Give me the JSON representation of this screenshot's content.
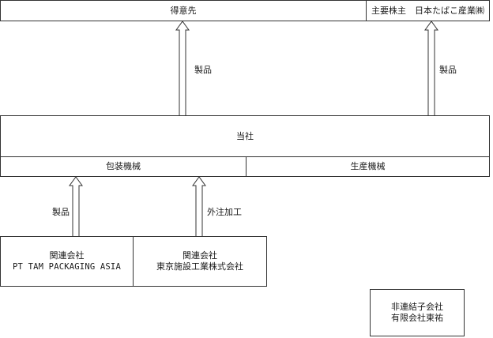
{
  "top": {
    "customer": "得意先",
    "major_shareholder": "主要株主　日本たばこ産業㈱"
  },
  "center": {
    "company": "当社",
    "segment_packaging": "包装機械",
    "segment_production": "生産機械"
  },
  "arrows": {
    "products_to_customer": "製品",
    "products_to_shareholder": "製品",
    "products_from_affiliate": "製品",
    "outsourced_processing": "外注加工"
  },
  "affiliates": {
    "affiliate1_line1": "関連会社",
    "affiliate1_line2": "PT TAM PACKAGING ASIA",
    "affiliate2_line1": "関連会社",
    "affiliate2_line2": "東京施設工業株式会社"
  },
  "nonconsolidated": {
    "line1": "非連結子会社",
    "line2": "有限会社東祐"
  }
}
